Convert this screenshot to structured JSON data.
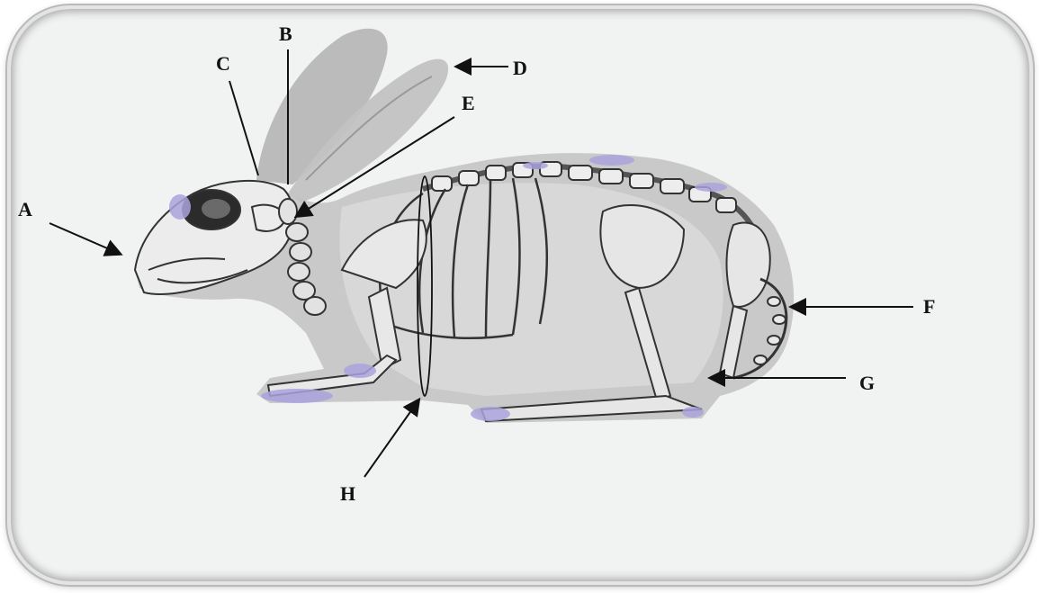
{
  "labels": {
    "a": "A",
    "b": "B",
    "c": "C",
    "d": "D",
    "e": "E",
    "f": "F",
    "g": "G",
    "h": "H"
  },
  "colors": {
    "frame": "#e4e4e4",
    "body_shadow": "#c9c9c9",
    "ear": "#b8b8b8",
    "bone": "#eeeeee",
    "bone_outline": "#333333",
    "highlight": "#a9a3dc"
  }
}
